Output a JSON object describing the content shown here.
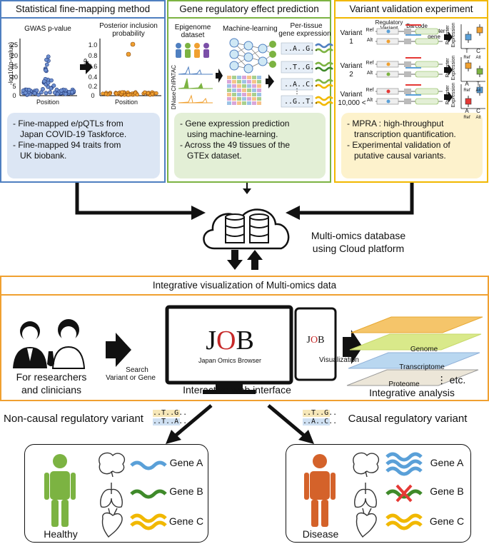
{
  "colors": {
    "blue": "#4f7fc0",
    "green": "#7cb342",
    "orange": "#f0a030",
    "yellow": "#f1b800",
    "lightblue": "#dce6f4",
    "lightgreen": "#e3efd6",
    "lightyellow": "#fdf2cc",
    "healthy": "#7cb342",
    "disease": "#d4622a"
  },
  "panel1": {
    "title": "Statistical fine-mapping method",
    "gwas_title": "GWAS p-value",
    "gwas_ylabel": "-log10(p-value)",
    "gwas_xlabel": "Position",
    "gwas_ticks": [
      "25",
      "20",
      "15",
      "10",
      "5",
      "0"
    ],
    "pip_title1": "Posterior inclusion",
    "pip_title2": "probability",
    "pip_ylabel": "PIP",
    "pip_xlabel": "Position",
    "pip_ticks": [
      "1.0",
      "0.8",
      "0.6",
      "0.4",
      "0.2",
      "0"
    ],
    "bullets": [
      "- Fine-mapped e/pQTLs  from",
      "  Japan COVID-19 Taskforce.",
      "- Fine-mapped 94 traits from",
      "  UK biobank."
    ]
  },
  "panel2": {
    "title": "Gene regulatory effect prediction",
    "epi1": "Epigenome",
    "epi2": "dataset",
    "ml": "Machine-learning",
    "pt1": "Per-tissue",
    "pt2": "gene expression",
    "tracks": [
      "ATAC",
      "ChIP",
      "DNase"
    ],
    "seqs": [
      "..A..G..",
      "..T..G..",
      "..A..C..",
      "..G..T.."
    ],
    "dots": "⋮",
    "bullets": [
      "- Gene expression prediction",
      "  using machine-learning.",
      "- Across the 49 tissues of the",
      "  GTEx dataset."
    ]
  },
  "panel3": {
    "title": "Variant validation experiment",
    "regvar1": "Regulatory",
    "regvar2": "Variant",
    "barcode": "Barcode",
    "reporter1": "Reporter",
    "reporter2": "gene",
    "ref": "Ref",
    "alt": "Alt",
    "variants": [
      "Variant",
      "1",
      "Variant",
      "2",
      "Variant",
      "10,000 <"
    ],
    "rep_expr1": "Reporter",
    "rep_expr2": "Expression",
    "box_ref": "Ref",
    "box_alt": "Alt",
    "alleles": [
      "T",
      "C",
      "A",
      "T",
      "A",
      "C"
    ],
    "bullets": [
      "- MPRA : high-throughput",
      "  transcription quantification.",
      "- Experimental validation of",
      "  putative causal variants."
    ]
  },
  "cloud": {
    "label1": "Multi-omics database",
    "label2": "using Cloud platform"
  },
  "viz": {
    "title": "Integrative visualization of Multi-omics data",
    "researchers1": "For researchers",
    "researchers2": "and clinicians",
    "search1": "Search",
    "search2": "Variant or Gene",
    "web": "Interactive web interface",
    "logo_sub": "Japan Omics Browser",
    "visualization": "Visualization",
    "layers": [
      "Genome",
      "Transcriptome",
      "Proteome"
    ],
    "etc": "⋮ etc.",
    "integrative": "Integrative analysis"
  },
  "bottom": {
    "noncausal": "Non-causal regulatory variant",
    "causal": "Causal regulatory variant",
    "seq_nc": [
      "..T..G..",
      "..T..A.."
    ],
    "seq_c": [
      "..T..G..",
      "..A..C.."
    ],
    "genes": [
      "Gene A",
      "Gene B",
      "Gene C"
    ],
    "healthy": "Healthy",
    "disease": "Disease"
  }
}
